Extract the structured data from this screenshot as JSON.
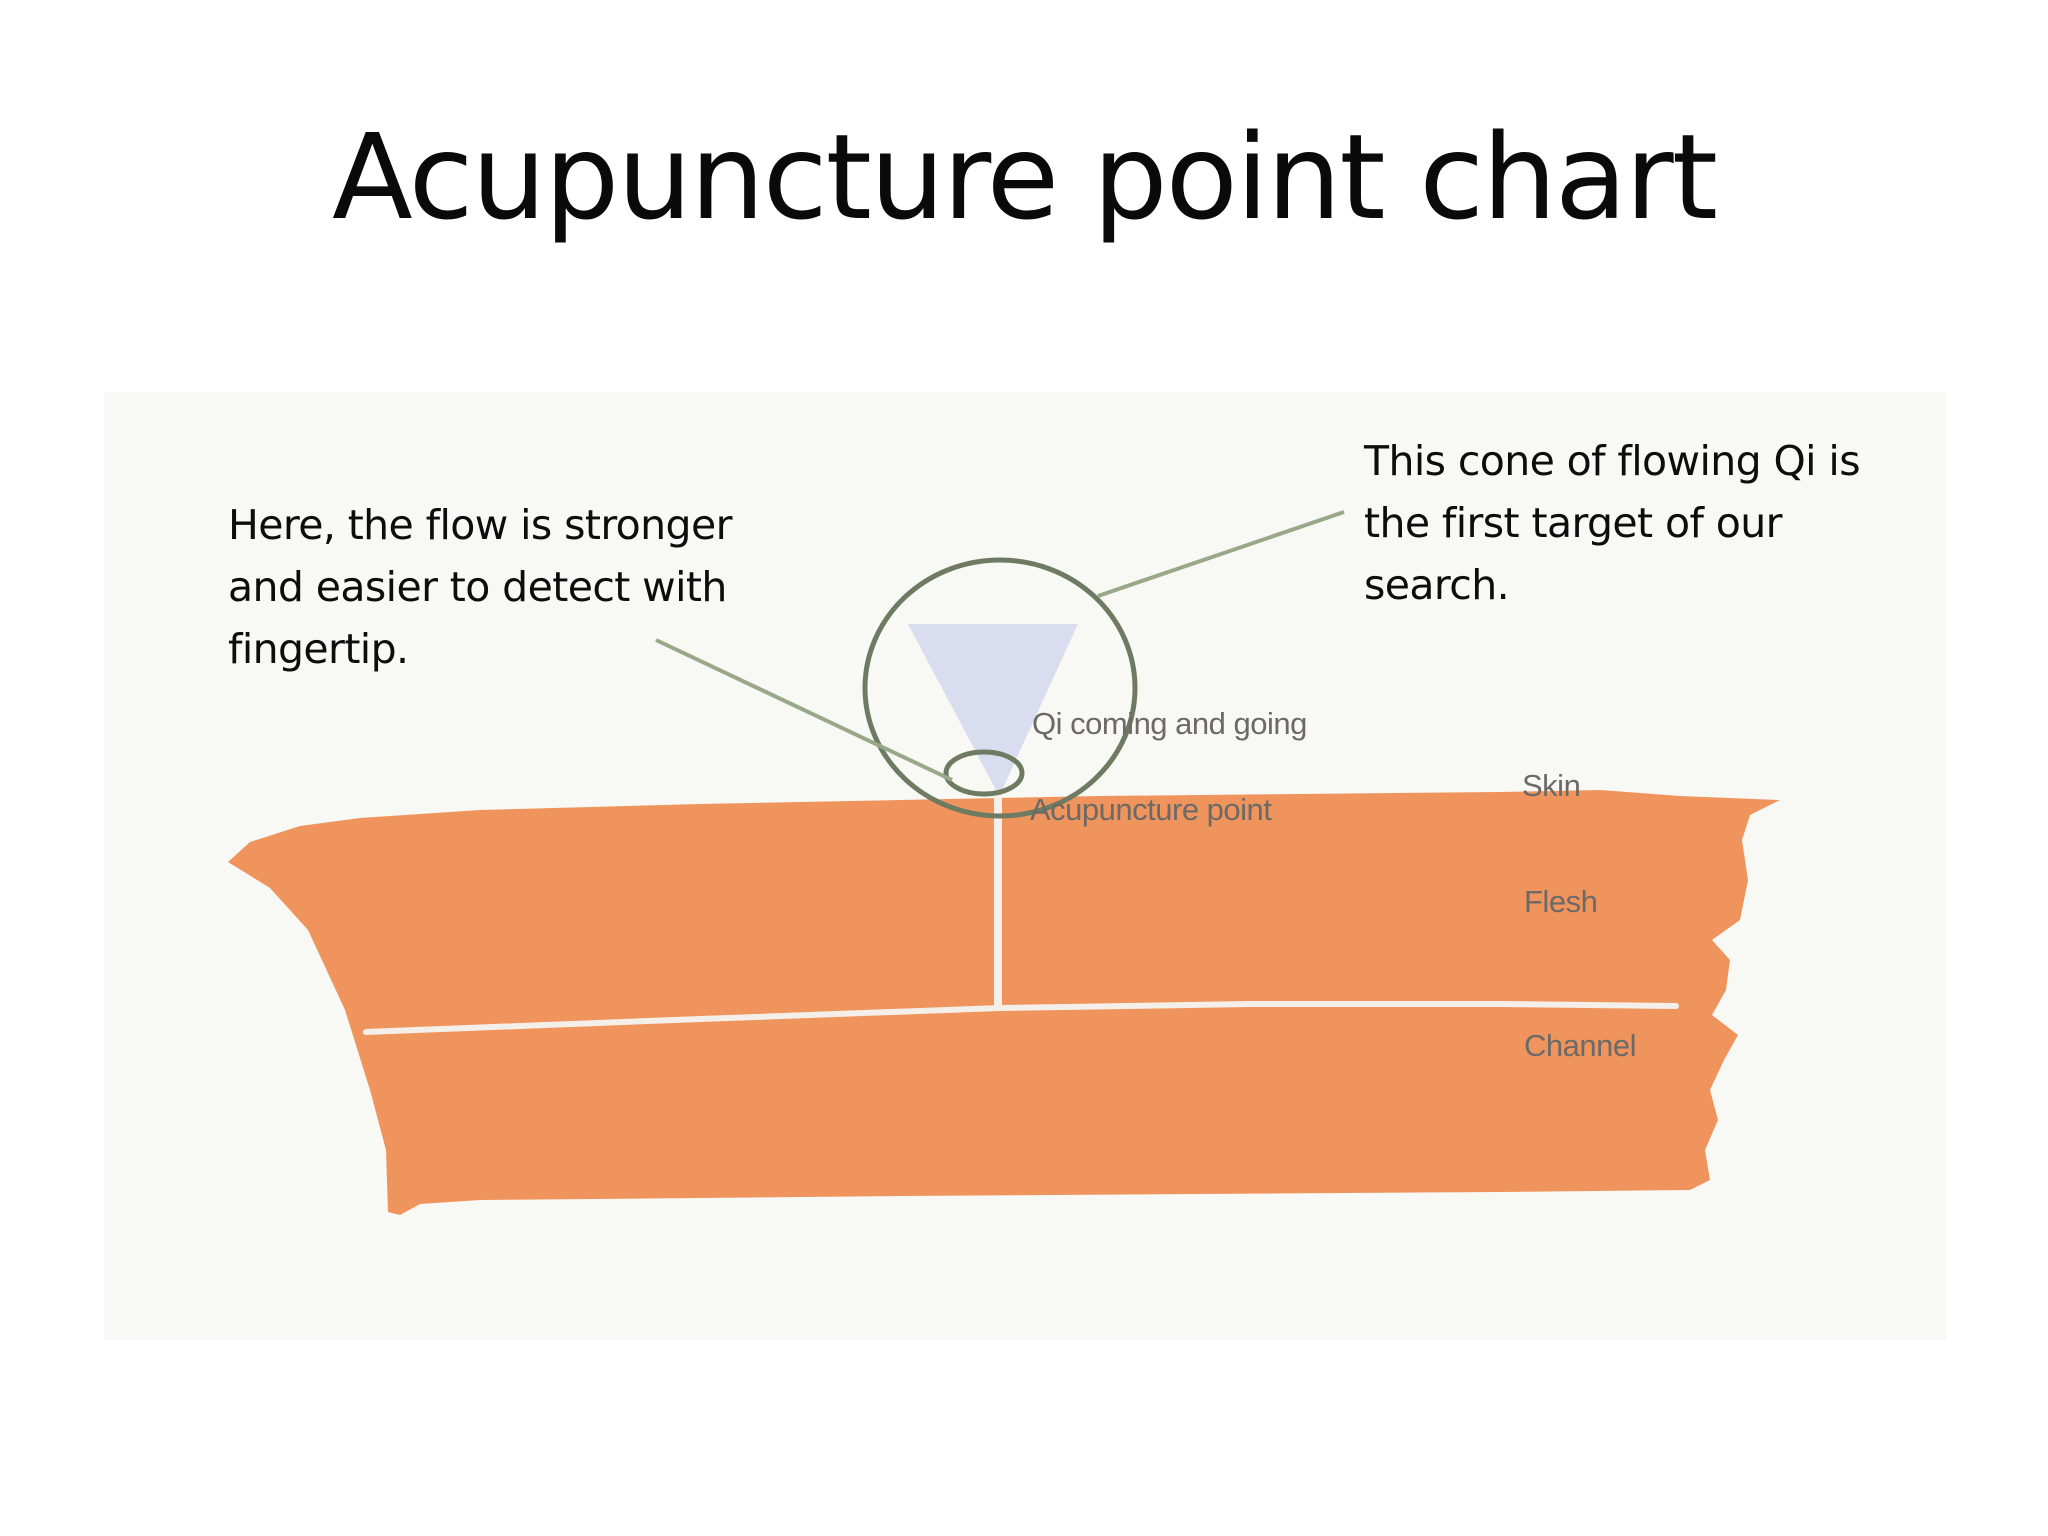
{
  "title": "Acupuncture point chart",
  "callouts": {
    "left": {
      "lines": [
        "Here, the flow is stronger",
        "and easier to detect with",
        "fingertip."
      ]
    },
    "right": {
      "lines": [
        "This cone of flowing Qi is",
        "the first target of our",
        "search."
      ]
    }
  },
  "labels": {
    "qi": "Qi coming and going",
    "point": "Acupuncture point",
    "skin": "Skin",
    "flesh": "Flesh",
    "channel": "Channel"
  },
  "colors": {
    "flesh": "#f0945e",
    "channel_line": "#f4efe8",
    "cone": "#d6d8ef",
    "circle_stroke": "#6e7a62",
    "leader_line": "#98a888",
    "background": "#f8f8f4"
  }
}
